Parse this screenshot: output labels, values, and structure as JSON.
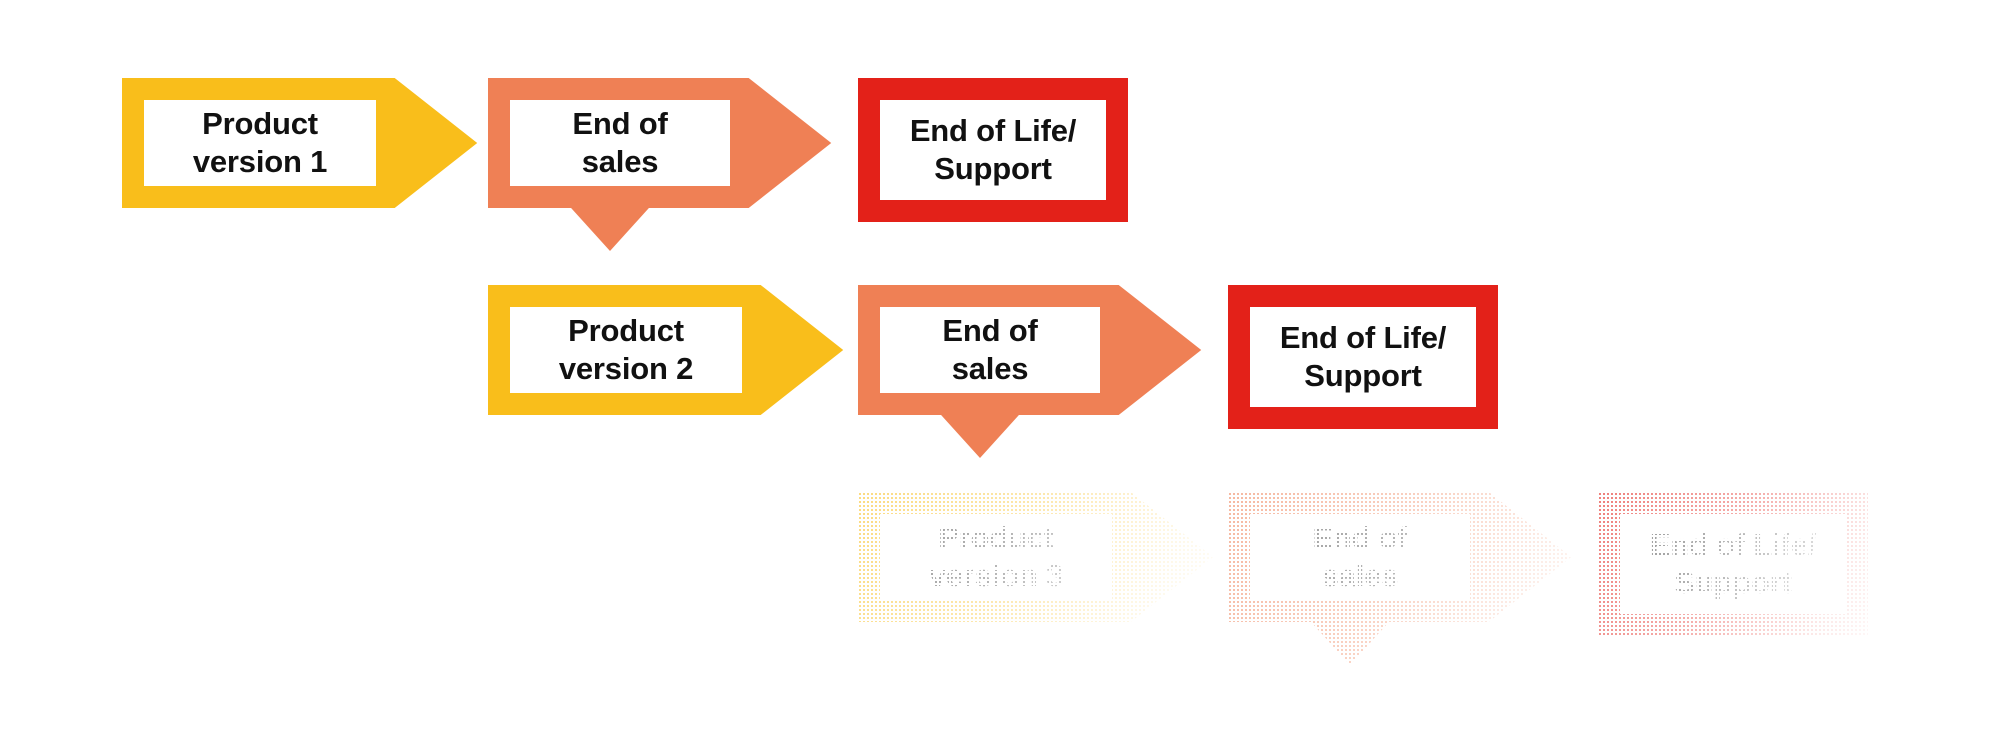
{
  "diagram": {
    "title": "Product lifecycle / end of life timeline",
    "colors": {
      "yellow": "#F9BE1B",
      "yellow_fill": "#F9BE1B",
      "orange": "#EF8055",
      "orange_fill": "#EF8055",
      "red": "#E32119",
      "red_fill": "#E32119",
      "box_fill": "#FFFFFF",
      "text": "#111111",
      "background": "#FFFFFF"
    },
    "rows": [
      {
        "id": "row-1",
        "state": "solid",
        "nodes": [
          {
            "id": "r1-product",
            "kind": "chevron-arrow",
            "color_role": "yellow",
            "label_lines": [
              "Product",
              "version 1"
            ],
            "has_down_tab": false
          },
          {
            "id": "r1-end-of-sales",
            "kind": "chevron-arrow",
            "color_role": "orange",
            "label_lines": [
              "End of",
              "sales"
            ],
            "has_down_tab": true
          },
          {
            "id": "r1-end-of-life",
            "kind": "rectangle",
            "color_role": "red",
            "label_lines": [
              "End of Life/",
              "Support"
            ],
            "has_down_tab": false
          }
        ]
      },
      {
        "id": "row-2",
        "state": "solid",
        "nodes": [
          {
            "id": "r2-product",
            "kind": "chevron-arrow",
            "color_role": "yellow",
            "label_lines": [
              "Product",
              "version 2"
            ],
            "has_down_tab": false
          },
          {
            "id": "r2-end-of-sales",
            "kind": "chevron-arrow",
            "color_role": "orange",
            "label_lines": [
              "End of",
              "sales"
            ],
            "has_down_tab": true
          },
          {
            "id": "r2-end-of-life",
            "kind": "rectangle",
            "color_role": "red",
            "label_lines": [
              "End of Life/",
              "Support"
            ],
            "has_down_tab": false
          }
        ]
      },
      {
        "id": "row-3",
        "state": "faded",
        "nodes": [
          {
            "id": "r3-product",
            "kind": "chevron-arrow",
            "color_role": "yellow",
            "label_lines": [
              "Product",
              "version 3"
            ],
            "has_down_tab": false
          },
          {
            "id": "r3-end-of-sales",
            "kind": "chevron-arrow",
            "color_role": "orange",
            "label_lines": [
              "End of",
              "sales"
            ],
            "has_down_tab": true
          },
          {
            "id": "r3-end-of-life",
            "kind": "rectangle",
            "color_role": "red",
            "label_lines": [
              "End of Life/",
              "Support"
            ],
            "has_down_tab": false
          }
        ]
      }
    ]
  }
}
